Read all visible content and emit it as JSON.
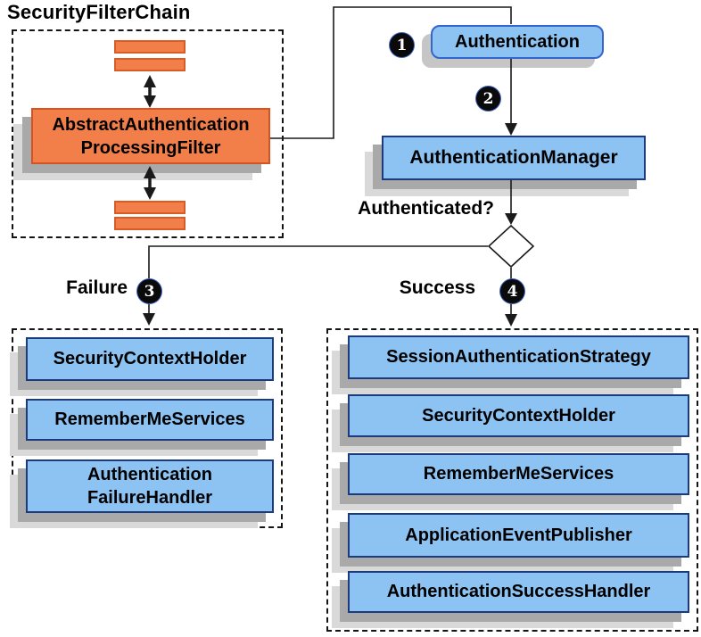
{
  "title": "SecurityFilterChain",
  "filter_node": {
    "label": "AbstractAuthentication\nProcessingFilter"
  },
  "nodes": {
    "authentication": "Authentication",
    "authentication_manager": "AuthenticationManager"
  },
  "decision": {
    "question": "Authenticated?"
  },
  "branch_labels": {
    "failure": "Failure",
    "success": "Success"
  },
  "badges": {
    "step1": "1",
    "step2": "2",
    "step3": "3",
    "step4": "4"
  },
  "failure_branch": {
    "items": [
      "SecurityContextHolder",
      "RememberMeServices",
      "Authentication\nFailureHandler"
    ]
  },
  "success_branch": {
    "items": [
      "SessionAuthenticationStrategy",
      "SecurityContextHolder",
      "RememberMeServices",
      "ApplicationEventPublisher",
      "AuthenticationSuccessHandler"
    ]
  },
  "colors": {
    "orange_fill": "#f27f49",
    "orange_border": "#d4531f",
    "blue_fill": "#8cc3f2",
    "blue_border": "#1c3a7e",
    "blue_border_rounded": "#3366cc",
    "shadow_dark": "#a9a9a9",
    "shadow_light": "#d9d9d9",
    "badge_background": "#0a0a0a",
    "badge_text": "#ffffff",
    "line": "#1a1a1a"
  }
}
